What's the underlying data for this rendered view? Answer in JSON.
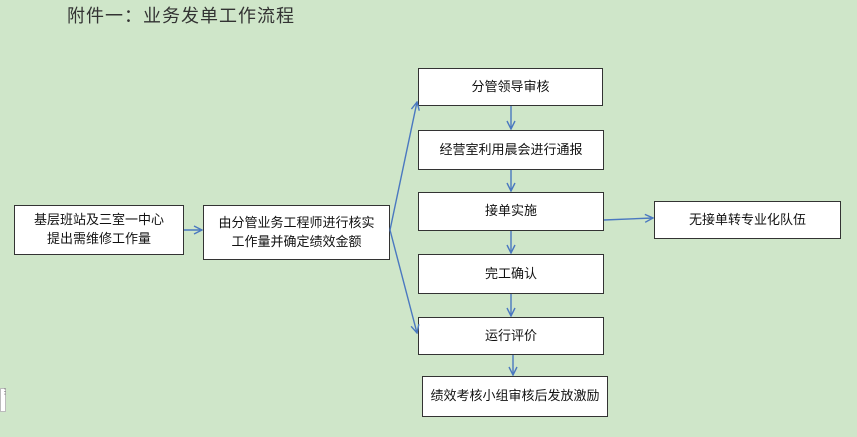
{
  "title": "附件一：业务发单工作流程",
  "nodes": {
    "start": [
      "基层班站及三室一中心",
      "提出需维修工作量"
    ],
    "engineer": [
      "由分管业务工程师进行核实",
      "工作量并确定绩效金额"
    ],
    "leader_review": "分管领导审核",
    "morning_meeting": "经营室利用晨会进行通报",
    "accept_order": "接单实施",
    "complete": "完工确认",
    "evaluate": "运行评价",
    "incentive": "绩效考核小组审核后发放激励",
    "no_accept": "无接单转专业化队伍"
  },
  "colors": {
    "background": "#cfe6c9",
    "arrow": "#4a78c0",
    "box_border": "#333333"
  }
}
